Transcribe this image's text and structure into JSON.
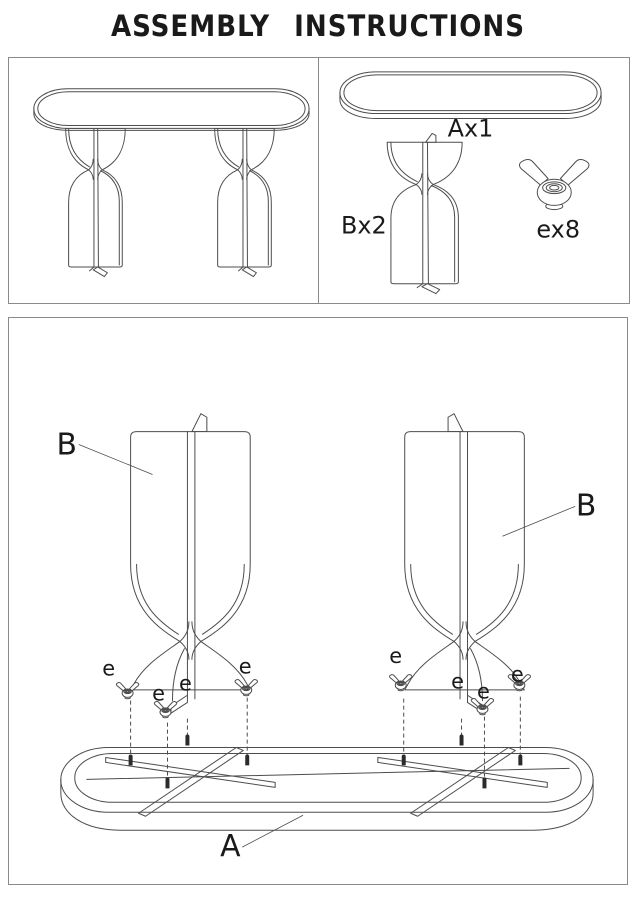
{
  "title": "ASSEMBLY INSTRUCTIONS",
  "parts_list": {
    "tabletop": {
      "label": "Ax1",
      "part_id": "A",
      "quantity": 1
    },
    "leg": {
      "label": "Bx2",
      "part_id": "B",
      "quantity": 2
    },
    "wing_nut": {
      "label": "ex8",
      "part_id": "e",
      "quantity": 8
    }
  },
  "assembly": {
    "leg_callout": "B",
    "tabletop_callout": "A",
    "wing_nut_callout": "e"
  },
  "colors": {
    "background": "#ffffff",
    "line": "#4d4d4d",
    "label_text": "#1a1a1a",
    "panel_border": "#8a8a8a",
    "stud_fill": "#2b2b2b"
  }
}
